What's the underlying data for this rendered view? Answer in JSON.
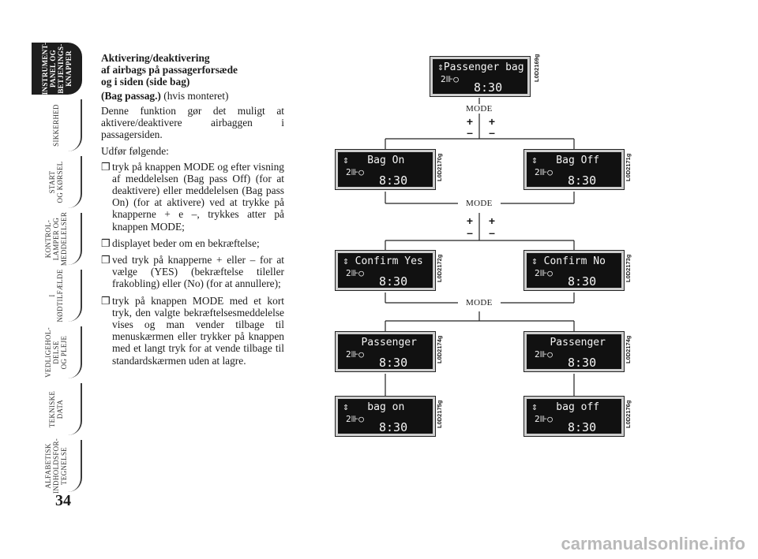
{
  "sidebar": {
    "tabs": [
      {
        "label": "INSTRUMENT-\nPANEL OG\nBETJENINGS-\nKNAPPER",
        "active": true
      },
      {
        "label": "SIKKERHED",
        "active": false
      },
      {
        "label": "START\nOG KØRSEL",
        "active": false
      },
      {
        "label": "KONTROL-\nLAMPER OG\nMEDDELELSER",
        "active": false
      },
      {
        "label": "I\nNØDTILFÆLDE",
        "active": false
      },
      {
        "label": "VEDLIGEHOL-\nDELSE\nOG PLEJE",
        "active": false
      },
      {
        "label": "TEKNISKE\nDATA",
        "active": false
      },
      {
        "label": "ALFABETISK\nINDHOLDSFOR-\nTEGNELSE",
        "active": false
      }
    ]
  },
  "page_number": "34",
  "text": {
    "heading_lines": [
      "Aktivering/deaktivering",
      "af airbags på passagerforsæde",
      "og i siden (side bag)"
    ],
    "subhead_bold": "(Bag passag.)",
    "subhead_rest": " (hvis monteret)",
    "intro": "Denne funktion gør det muligt at aktivere/deaktivere airbaggen i passagersiden.",
    "steps_intro": "Udfør følgende:",
    "bullet_mark": "❒",
    "bullets": [
      "tryk på knappen MODE og efter visning af meddelelsen (Bag pass Off) (for at deaktivere) eller meddelelsen (Bag pass On) (for at aktivere) ved at trykke på knapperne + e –, trykkes atter på knappen MODE;",
      "displayet beder om en bekræftelse;",
      "ved tryk på knapperne + eller – for at vælge (YES) (bekræftelse tileller frakobling) eller (No) (for at annullere);",
      "tryk på knappen MODE med et kort tryk, den valgte bekræftelsesmeddelelse vises og man vender tilbage til menuskærmen eller trykker på knappen med et langt tryk for at vende tilbage til standardskærmen uden at lagre."
    ]
  },
  "diagram": {
    "mode_label": "MODE",
    "plus": "+",
    "minus": "–",
    "displays": [
      {
        "id": "passenger-bag",
        "line1": "⇕Passenger bag",
        "line2": "2⊪○",
        "time": "8:30",
        "code": "L0D2169g"
      },
      {
        "id": "bag-on",
        "line1": "⇕   Bag On",
        "line2": "2⊪○",
        "time": "8:30",
        "code": "L0D2170g"
      },
      {
        "id": "bag-off",
        "line1": "⇕   Bag Off",
        "line2": "2⊪○",
        "time": "8:30",
        "code": "L0D2171g"
      },
      {
        "id": "confirm-yes",
        "line1": "⇕ Confirm Yes",
        "line2": "2⊪○",
        "time": "8:30",
        "code": "L0D2172g"
      },
      {
        "id": "confirm-no",
        "line1": "⇕ Confirm No",
        "line2": "2⊪○",
        "time": "8:30",
        "code": "L0D2173g"
      },
      {
        "id": "passenger-left",
        "line1": "   Passenger",
        "line2": "2⊪○",
        "time": "8:30",
        "code": "L0D2174g"
      },
      {
        "id": "passenger-right",
        "line1": "   Passenger",
        "line2": "2⊪○",
        "time": "8:30",
        "code": "L0D2174g"
      },
      {
        "id": "bag-on-final",
        "line1": "⇕   bag on",
        "line2": "2⊪○",
        "time": "8:30",
        "code": "L0D2175g"
      },
      {
        "id": "bag-off-final",
        "line1": "⇕   bag off",
        "line2": "2⊪○",
        "time": "8:30",
        "code": "L0D2176g"
      }
    ]
  },
  "footer": {
    "url": "carmanualsonline.info"
  }
}
